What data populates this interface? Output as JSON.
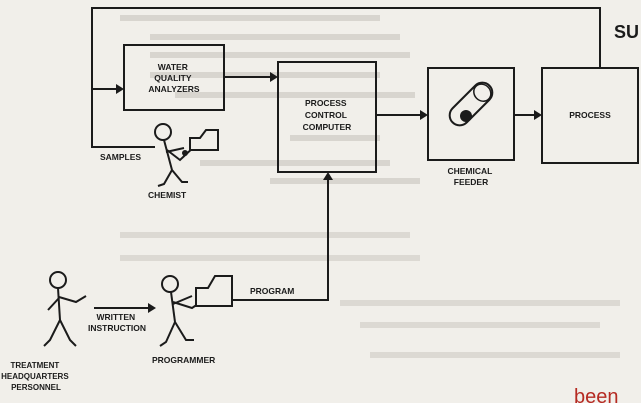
{
  "boxes": {
    "water_quality_analyzers": [
      "WATER",
      "QUALITY",
      "ANALYZERS"
    ],
    "process_control_computer": [
      "PROCESS",
      "CONTROL",
      "COMPUTER"
    ],
    "process": "PROCESS"
  },
  "labels": {
    "samples": "SAMPLES",
    "chemist": "CHEMIST",
    "chemical_feeder": [
      "CHEMICAL",
      "FEEDER"
    ],
    "program": "PROGRAM",
    "written_instruction": [
      "WRITTEN",
      "INSTRUCTION"
    ],
    "programmer": "PROGRAMMER",
    "treatment_hq_personnel": [
      "TREATMENT",
      "HEADQUARTERS",
      "PERSONNEL"
    ]
  },
  "partial_text": {
    "top_right": "SU",
    "bottom_right": "been"
  },
  "colors": {
    "ink": "#1b1b1b",
    "background": "#f1efea",
    "bleed_text": "#b9b6b0",
    "accent_red": "#b52a22"
  }
}
